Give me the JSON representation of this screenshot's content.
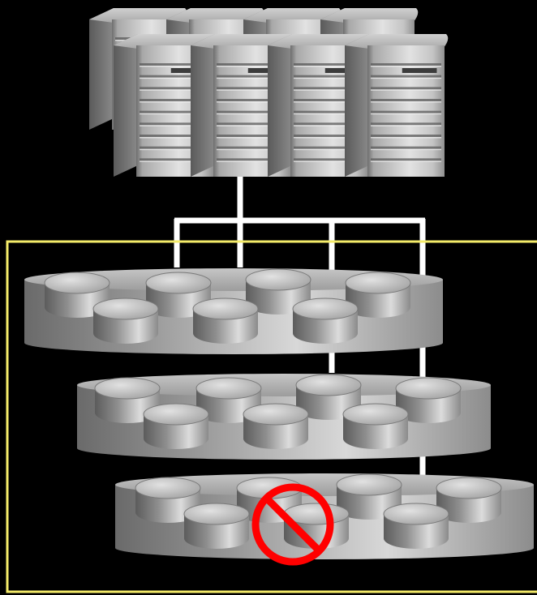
{
  "diagram": {
    "background_color": "#000000",
    "servers": {
      "icon": "server-tower-icon",
      "rows": [
        {
          "row": "back",
          "count": 4
        },
        {
          "row": "front",
          "count": 4
        }
      ]
    },
    "connector": {
      "color": "#ffffff",
      "links": [
        {
          "to_tier": 1
        },
        {
          "to_tier": 1
        },
        {
          "to_tier": 2
        },
        {
          "to_tier": 3
        }
      ]
    },
    "storage_boundary": {
      "color": "#f5ec6a"
    },
    "storage_tiers": [
      {
        "tier": 1,
        "disk_icon": "disk-drive-icon",
        "disk_count": 7,
        "failed_disk": false
      },
      {
        "tier": 2,
        "disk_icon": "disk-drive-icon",
        "disk_count": 7,
        "failed_disk": false
      },
      {
        "tier": 3,
        "disk_icon": "disk-drive-icon",
        "disk_count": 7,
        "failed_disk": true
      }
    ],
    "failure_marker": {
      "icon": "prohibited-icon",
      "color": "#ff0000"
    }
  }
}
